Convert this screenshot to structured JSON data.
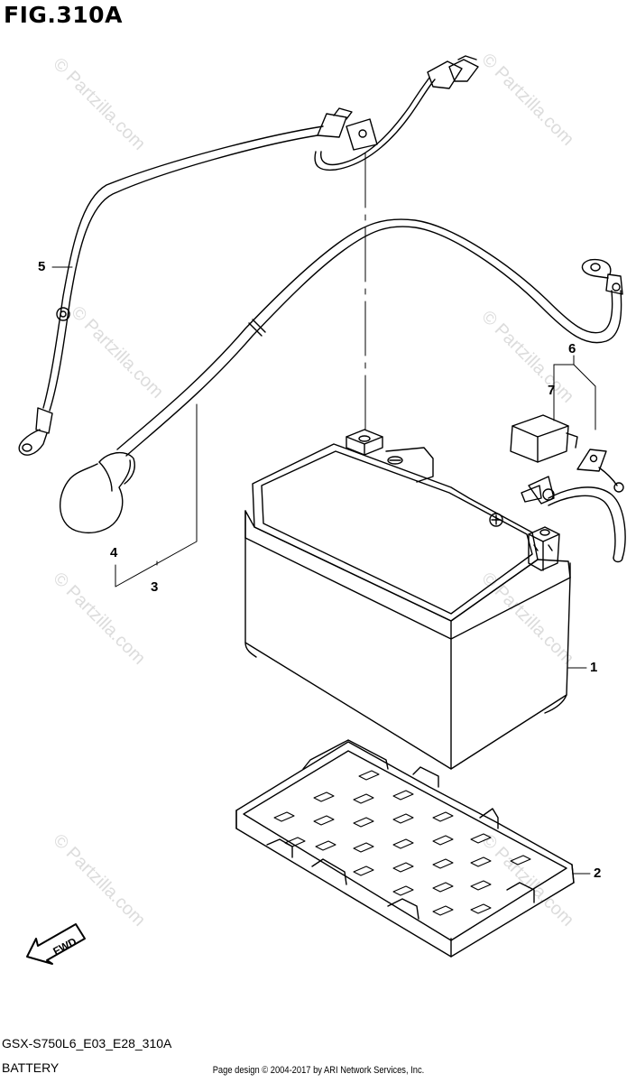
{
  "figure": {
    "title": "FIG.310A",
    "model_code": "GSX-S750L6_E03_E28_310A",
    "section_name": "BATTERY",
    "footer": "Page design © 2004-2017 by ARI Network Services, Inc."
  },
  "callouts": [
    {
      "id": "1",
      "label": "1"
    },
    {
      "id": "2",
      "label": "2"
    },
    {
      "id": "3",
      "label": "3"
    },
    {
      "id": "4",
      "label": "4"
    },
    {
      "id": "5",
      "label": "5"
    },
    {
      "id": "6",
      "label": "6"
    },
    {
      "id": "7",
      "label": "7"
    }
  ],
  "fwd_arrow_label": "FWD",
  "watermark": "© Partzilla.com"
}
